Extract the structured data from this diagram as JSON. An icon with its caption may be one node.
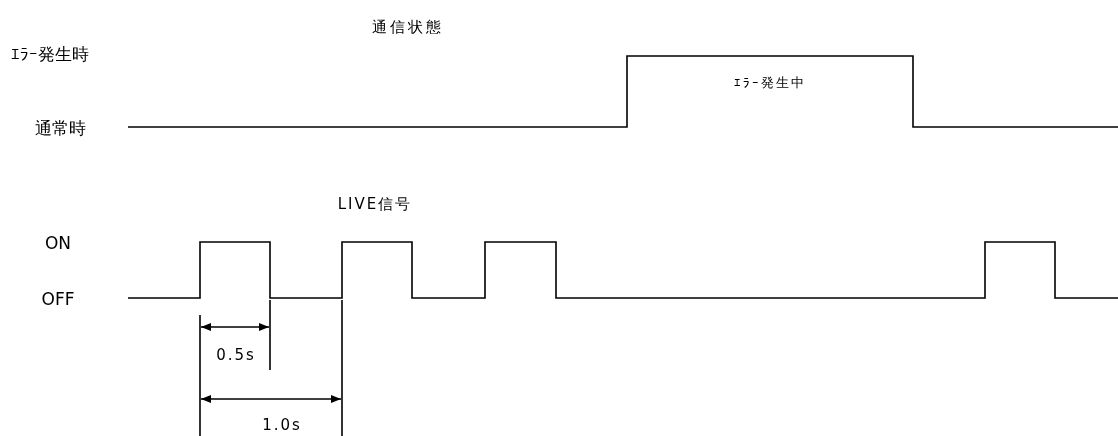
{
  "diagram": {
    "labels": [
      "通信状態",
      "ｴﾗｰ発生時",
      "ｴﾗｰ発生中",
      "通常時",
      "LIVE信号",
      "ON",
      "OFF",
      "0.5s",
      "1.0s"
    ]
  }
}
